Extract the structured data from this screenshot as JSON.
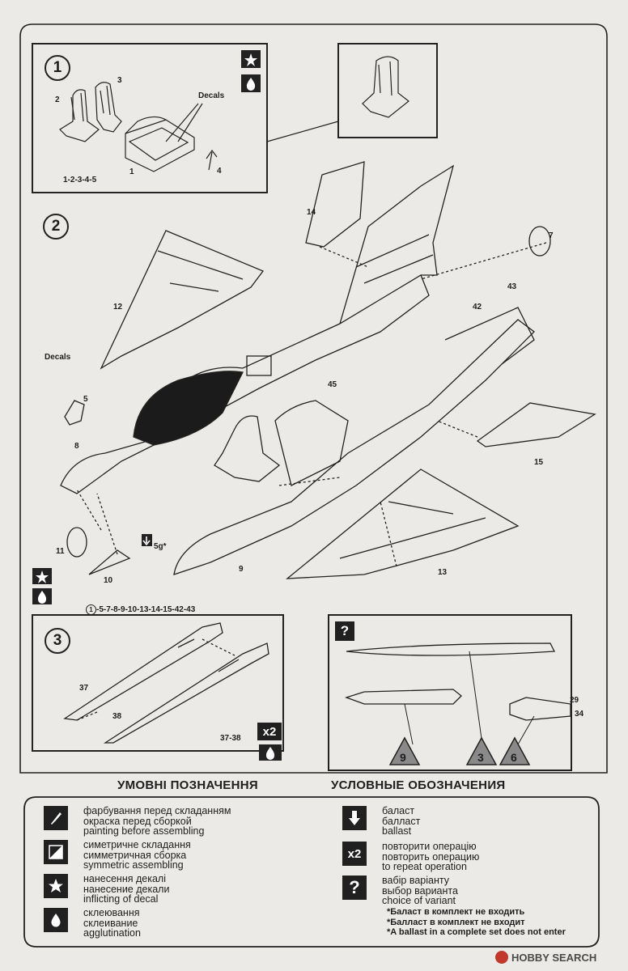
{
  "step1": {
    "number": "1",
    "part_labels": {
      "decals": "Decals",
      "p2": "2",
      "p3": "3",
      "p1": "1",
      "p4": "4",
      "sequence": "1-2-3-4-5"
    }
  },
  "step2": {
    "number": "2",
    "part_labels": {
      "p14": "14",
      "p7": "7",
      "p43": "43",
      "p42": "42",
      "p12": "12",
      "decals": "Decals",
      "p5": "5",
      "p45": "45",
      "p8": "8",
      "p15": "15",
      "p11": "11",
      "ballast": "5g*",
      "p10": "10",
      "p9": "9",
      "p13": "13"
    },
    "sequence": "-5-7-8-9-10-13-14-15-42-43",
    "sequence_ref": "1"
  },
  "step3": {
    "number": "3",
    "part_labels": {
      "p37": "37",
      "p38": "38",
      "pair": "37-38"
    },
    "repeat_badge": "x2"
  },
  "variants": {
    "question": "?",
    "part_labels": {
      "p29": "29",
      "p34": "34"
    },
    "choices": [
      "9",
      "3",
      "6"
    ]
  },
  "legend": {
    "title_ua": "УМОВНІ ПОЗНАЧЕННЯ",
    "title_ru": "УСЛОВНЫЕ ОБОЗНАЧЕНИЯ",
    "left": [
      {
        "icon": "paint-brush-icon",
        "lines": [
          "фарбування перед складанням",
          "окраска перед сборкой",
          "painting before assembling"
        ]
      },
      {
        "icon": "symmetry-icon",
        "lines": [
          "симетричне складання",
          "симметричная сборка",
          "symmetric assembling"
        ]
      },
      {
        "icon": "star-icon",
        "lines": [
          "нанесення декалі",
          "нанесение декали",
          "inflicting of decal"
        ]
      },
      {
        "icon": "glue-drop-icon",
        "lines": [
          "склеювання",
          "склеивание",
          "agglutination"
        ]
      }
    ],
    "right": [
      {
        "icon": "ballast-arrow-icon",
        "lines": [
          "баласт",
          "балласт",
          "ballast"
        ]
      },
      {
        "icon": "repeat-icon",
        "label": "x2",
        "lines": [
          "повторити операцію",
          "повторить операцию",
          "to repeat operation"
        ]
      },
      {
        "icon": "question-icon",
        "label": "?",
        "lines": [
          "вабір варіанту",
          "выбор варианта",
          "choice of variant"
        ]
      }
    ],
    "notes": [
      "*Баласт в комплект не входить",
      "*Балласт в комплект не входит",
      "*A ballast in a complete set does not enter"
    ]
  },
  "watermark": "HOBBY SEARCH"
}
